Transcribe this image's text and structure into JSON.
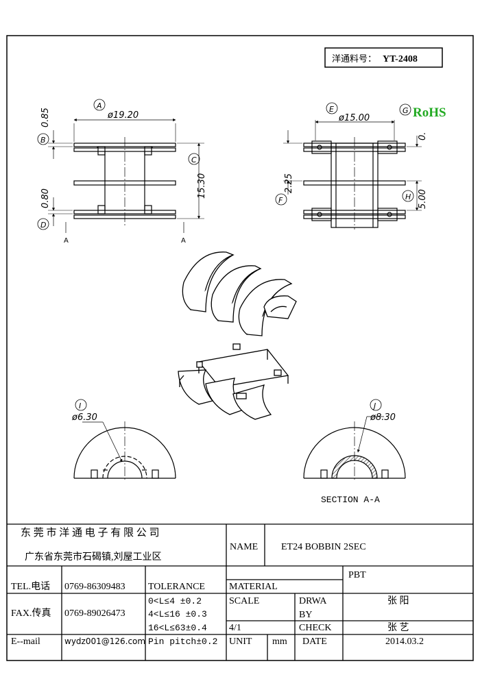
{
  "part_no_label": "洋通料号：",
  "part_no": "YT-2408",
  "rohs": "RoHS",
  "dims": {
    "a_tag": "A",
    "a_val": "ø19.20",
    "b_tag": "B",
    "b_val": "0.85",
    "c_tag": "C",
    "c_val": "15.30",
    "d_tag": "D",
    "d_val": "0.80",
    "e_tag": "E",
    "e_val": "ø15.00",
    "e2_tag": "G",
    "e2_val": "0.",
    "f_tag": "F",
    "f_val": "2.25",
    "h_tag": "H",
    "h_val": "5.00",
    "i_tag": "I",
    "i_val": "ø6.30",
    "j_tag": "J",
    "j_val": "ø8.30",
    "section_mark_left": "A",
    "section_mark_right": "A"
  },
  "section_label": "SECTION  A-A",
  "colors": {
    "line": "#000000",
    "rohs": "#22aa22",
    "hatch": "#555555"
  },
  "title_block": {
    "company": "东 莞 市 洋 通 电 子 有 限 公 司",
    "address": "广东省东莞市石碣镇,刘屋工业区",
    "name_label": "NAME",
    "name_value": "ET24 BOBBIN 2SEC",
    "tel_label": "TEL.电话",
    "tel_value": "0769-86309483",
    "tolerance_label": "TOLERANCE",
    "material_label": "MATERIAL",
    "material_value": "PBT",
    "fax_label": "FAX.传真",
    "fax_value": "0769-89026473",
    "tol_1": "0<L≤4   ±0.2",
    "tol_2": "4<L≤16  ±0.3",
    "tol_3": "16<L≤63±0.4",
    "tol_4": "Pin pitch±0.2",
    "scale_label": "SCALE",
    "scale_value": "4/1",
    "drwa_label": "DRWA",
    "by_label": "BY",
    "drawn_by": "张 阳",
    "check_label": "CHECK",
    "checked_by": "张 艺",
    "email_label": "E--mail",
    "email_value": "wydz001@126.com",
    "unit_label": "UNIT",
    "unit_value": "mm",
    "date_label": "DATE",
    "date_value": "2014.03.2"
  }
}
